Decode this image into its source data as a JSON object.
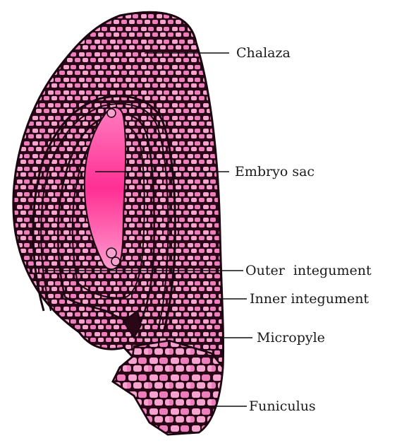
{
  "diagram": {
    "labels": {
      "chalaza": "Chalaza",
      "embryo_sac": "Embryo sac",
      "outer_integument": "Outer  integument",
      "inner_integument": "Inner integument",
      "micropyle": "Micropyle",
      "funiculus": "Funiculus"
    },
    "colors": {
      "tissue": "#e5479e",
      "cell_light": "#f6a4cf",
      "cell_mid": "#ee7dbb",
      "cell_wall": "#2a0716",
      "embryo_sac": "#ff2f93",
      "background": "#ffffff"
    }
  }
}
